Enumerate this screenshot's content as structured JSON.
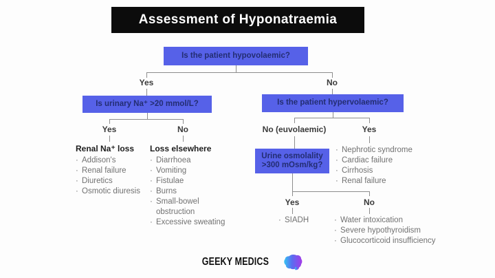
{
  "title": "Assessment of Hyponatraemia",
  "questions": {
    "hypovolaemic": "Is the patient hypovolaemic?",
    "urinary_na": "Is urinary Na⁺ >20 mmol/L?",
    "hypervolaemic": "Is the patient hypervolaemic?",
    "urine_osmolality": "Urine osmolality >300 mOsm/kg?"
  },
  "branches": {
    "q1_yes": "Yes",
    "q1_no": "No",
    "q2_yes": "Yes",
    "q2_no": "No",
    "q3_no": "No (euvolaemic)",
    "q3_yes": "Yes",
    "q4_yes": "Yes",
    "q4_no": "No"
  },
  "outcomes": {
    "renal_na_loss": {
      "heading": "Renal Na⁺ loss",
      "items": [
        "Addison's",
        "Renal failure",
        "Diuretics",
        "Osmotic diuresis"
      ]
    },
    "loss_elsewhere": {
      "heading": "Loss elsewhere",
      "items": [
        "Diarrhoea",
        "Vomiting",
        "Fistulae",
        "Burns",
        "Small-bowel obstruction",
        "Excessive sweating"
      ]
    },
    "hypervolaemic_causes": {
      "items": [
        "Nephrotic syndrome",
        "Cardiac failure",
        "Cirrhosis",
        "Renal failure"
      ]
    },
    "high_osmolality_yes": {
      "items": [
        "SIADH"
      ]
    },
    "high_osmolality_no": {
      "items": [
        "Water intoxication",
        "Severe hypothyroidism",
        "Glucocorticoid insufficiency"
      ]
    }
  },
  "footer": {
    "brand": "GEEKY MEDICS",
    "brand_icon": "brain-icon"
  },
  "colors": {
    "accent_blue": "#5661e8",
    "box_text": "#232d72",
    "title_bg": "#0c0c0c",
    "connector": "#8c8c8c",
    "list_text": "#717171",
    "brain_gradient_start": "#35c3f2",
    "brain_gradient_end": "#a43ce8"
  }
}
